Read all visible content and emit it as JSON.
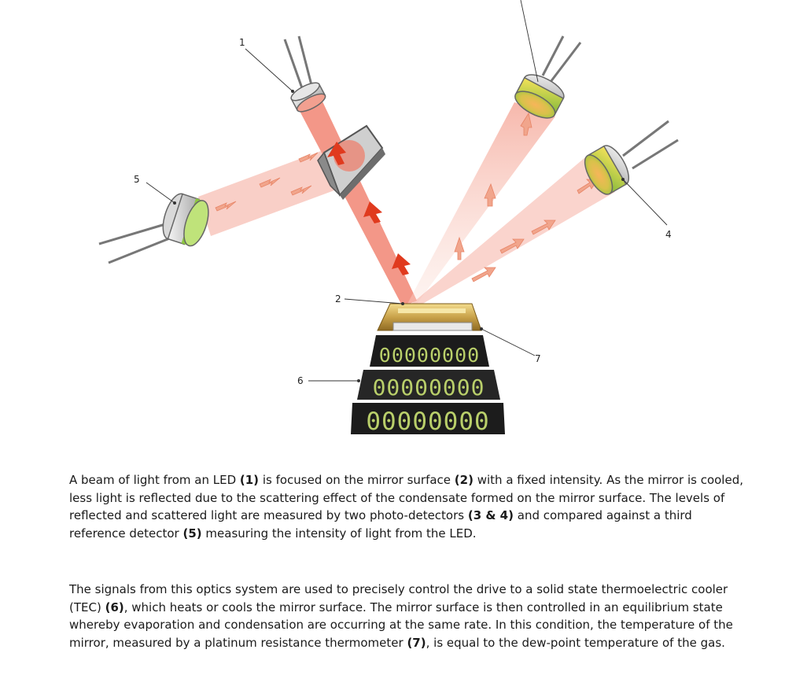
{
  "diagram": {
    "callouts": {
      "c1": "1",
      "c2": "2",
      "c4": "4",
      "c5": "5",
      "c6": "6",
      "c7": "7"
    },
    "tec_digits": {
      "row1": "00000000",
      "row2": "00000000",
      "row3": "00000000"
    },
    "colors": {
      "beam": "#f08070",
      "arrow_dark": "#e03a1e",
      "arrow_light": "#f1a58c",
      "gold": "#c9a24a",
      "tec_body": "#1c1c1c",
      "tec_digit": "#b9cf6a",
      "detector_green": "#8cc63f"
    }
  },
  "text": {
    "para1": {
      "s1": "A beam of light from an LED ",
      "r1": "(1)",
      "s2": " is focused on the mirror surface ",
      "r2": "(2)",
      "s3": " with a fixed intensity. As the mirror is cooled, less light is reflected due to the scattering effect of the condensate formed on the mirror surface. The levels of reflected and scattered light are measured by two photo-detectors ",
      "r3": "(3 & 4)",
      "s4": " and compared against a third reference detector ",
      "r4": "(5)",
      "s5": " measuring the intensity of light from the LED."
    },
    "para2": {
      "s1": "The signals from this optics system are used to precisely control the drive to a solid state thermoelectric cooler (TEC) ",
      "r1": "(6)",
      "s2": ", which heats or cools the mirror surface. The mirror surface is then controlled in an equilibrium state whereby evaporation and condensation are occurring at the same rate. In this condition, the temperature of the mirror, measured by a platinum resistance thermometer ",
      "r2": "(7)",
      "s3": ", is equal to the dew-point temperature of the gas."
    }
  }
}
